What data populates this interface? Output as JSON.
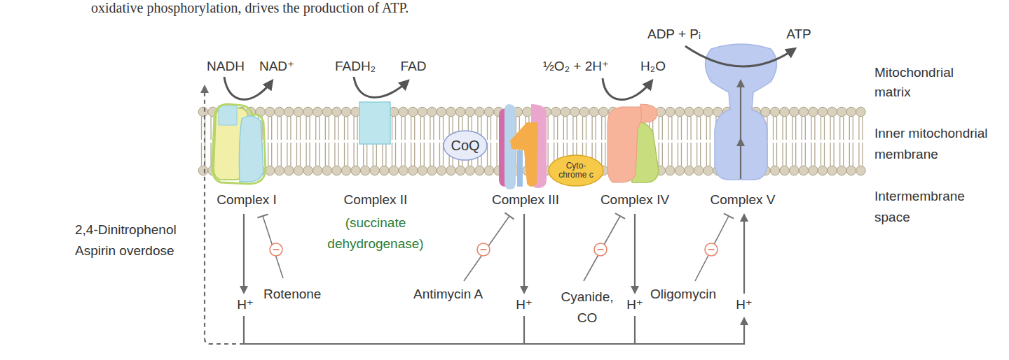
{
  "diagram": {
    "nodes": [
      {
        "text": [
          "Complex I"
        ]
      },
      {
        "text": [
          "Complex II",
          "(succinate dehydrogenase)"
        ]
      },
      {
        "text": [
          "CoQ"
        ]
      },
      {
        "text": [
          "Complex III"
        ]
      },
      {
        "text": [
          "Cyto- chrome c"
        ]
      },
      {
        "text": [
          "Complex IV"
        ]
      },
      {
        "text": [
          "Complex V"
        ]
      }
    ],
    "labels": [
      "oxidative phosphorylation, drives the production of ATP.",
      "NADH",
      "NAD⁺",
      "FADH₂",
      "FAD",
      "½O₂ + 2H⁺",
      "H₂O",
      "ADP + Pᵢ",
      "ATP",
      "Rotenone",
      "Antimycin A",
      "Cyanide, CO",
      "Oligomycin",
      "H⁺",
      "H⁺",
      "H⁺",
      "H⁺",
      "2,4-Dinitrophenol",
      "Aspirin overdose",
      "Mitochondrial matrix",
      "Inner mitochondrial membrane",
      "Intermembrane space"
    ]
  }
}
